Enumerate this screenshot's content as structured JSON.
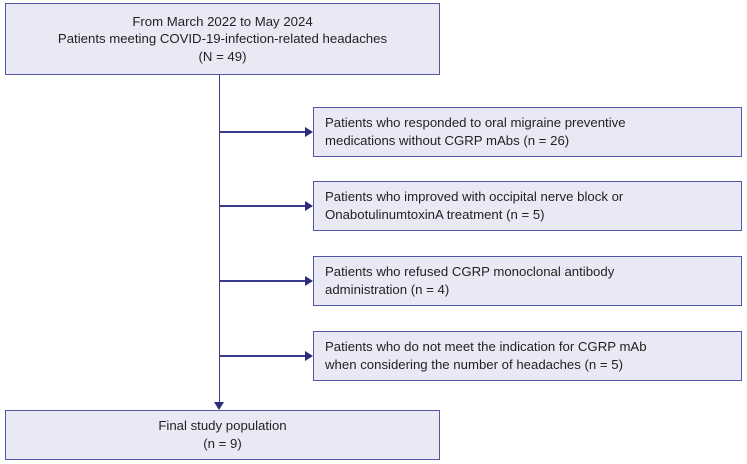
{
  "diagram": {
    "type": "study-flow-diagram",
    "colors": {
      "box_fill": "#e9e9f5",
      "box_border": "#5456a6",
      "connector": "#3b3b8f",
      "arrowhead": "#2c2c7a",
      "text": "#231f20",
      "background": "#ffffff"
    },
    "top_node": {
      "lines": [
        "From March 2022 to May 2024",
        "Patients meeting COVID-19-infection-related headaches",
        "(N = 49)"
      ],
      "count_label": "N = 49",
      "count": 49
    },
    "exclusions": [
      {
        "lines": [
          "Patients who responded to oral migraine preventive",
          "medications without CGRP mAbs (n = 26)"
        ],
        "count_label": "n = 26",
        "count": 26
      },
      {
        "lines": [
          "Patients who improved with occipital nerve block or",
          "OnabotulinumtoxinA treatment (n = 5)"
        ],
        "count_label": "n = 5",
        "count": 5
      },
      {
        "lines": [
          "Patients who refused CGRP monoclonal antibody",
          "administration (n = 4)"
        ],
        "count_label": "n = 4",
        "count": 4
      },
      {
        "lines": [
          "Patients who do not meet the indication for CGRP mAb",
          "when considering the number of headaches (n = 5)"
        ],
        "count_label": "n = 5",
        "count": 5
      }
    ],
    "bottom_node": {
      "lines": [
        "Final study population",
        "(n = 9)"
      ],
      "count_label": "n = 9",
      "count": 9
    }
  }
}
